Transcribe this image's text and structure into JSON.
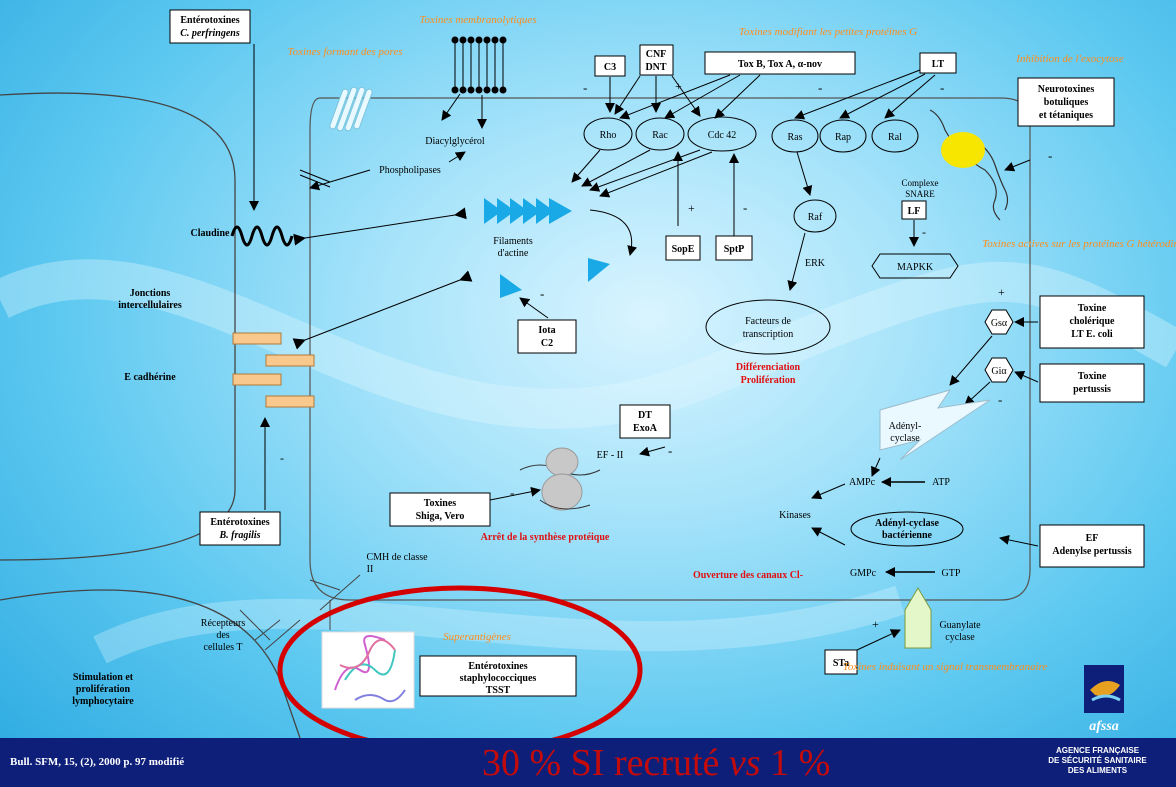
{
  "labels": {
    "membranolytic": "Toxines membranolytiques",
    "pore_forming": "Toxines formant des pores",
    "small_g": "Toxines modifiant les petites protéines G",
    "exocytosis": "Inhibition de l'exocytose",
    "heterotrimeric": "Toxines actives sur les protéines G hétérodimériques",
    "superantigens": "Superantigènes",
    "transmembrane_signal": "Toxines induisant un signal transmembranaire",
    "differentiation": "Différenciation",
    "proliferation": "Prolifération",
    "protein_synthesis_stop": "Arrêt de la synthèse protéique",
    "channel_opening": "Ouverture des canaux Cl-"
  },
  "boxes": {
    "enterotox_cperf_1": "Entérotoxines",
    "enterotox_cperf_2": "C. perfringens",
    "c3": "C3",
    "cnf": "CNF",
    "dnt": "DNT",
    "toxb": "Tox B, Tox A, α-nov",
    "lt": "LT",
    "neurotox_1": "Neurotoxines",
    "neurotox_2": "botuliques",
    "neurotox_3": "et tétaniques",
    "lf": "LF",
    "sope": "SopE",
    "sptp": "SptP",
    "iota": "Iota",
    "c2": "C2",
    "cholera_1": "Toxine",
    "cholera_2": "cholérique",
    "cholera_3": "LT E. coli",
    "pertussis_1": "Toxine",
    "pertussis_2": "pertussis",
    "dt": "DT",
    "exoa": "ExoA",
    "shiga_1": "Toxines",
    "shiga_2": "Shiga, Vero",
    "bfrag_1": "Entérotoxines",
    "bfrag_2": "B. fragilis",
    "staph_1": "Entérotoxines",
    "staph_2": "staphylococciques",
    "staph_3": "TSST",
    "ef_1": "EF",
    "ef_2": "Adenylse pertussis",
    "sta": "STa"
  },
  "nodes": {
    "rho": "Rho",
    "rac": "Rac",
    "cdc42": "Cdc 42",
    "ras": "Ras",
    "rap": "Rap",
    "ral": "Ral",
    "raf": "Raf",
    "mapkk": "MAPKK",
    "transcription_1": "Facteurs de",
    "transcription_2": "transcription",
    "gsa": "Gsα",
    "gia": "Giα",
    "adenylcyclase_bact_1": "Adényl-cyclase",
    "adenylcyclase_bact_2": "bactérienne"
  },
  "text": {
    "diacylglycerol": "Diacylglycérol",
    "phospholipases": "Phospholipases",
    "claudine": "Claudine",
    "filaments_1": "Filaments",
    "filaments_2": "d'actine",
    "erk": "ERK",
    "snare_1": "Complexe",
    "snare_2": "SNARE",
    "jonctions_1": "Jonctions",
    "jonctions_2": "intercellulaires",
    "ecadherine": "E cadhérine",
    "adenyl_1": "Adényl-",
    "adenyl_2": "cyclase",
    "ampc": "AMPc",
    "atp": "ATP",
    "gmpc": "GMPc",
    "gtp": "GTP",
    "kinases": "Kinases",
    "guanylate_1": "Guanylate",
    "guanylate_2": "cyclase",
    "efii": "EF - II",
    "cmh_1": "CMH de classe",
    "cmh_2": "II",
    "recepteurs_1": "Récepteurs",
    "recepteurs_2": "des",
    "recepteurs_3": "cellules T",
    "stim_1": "Stimulation et",
    "stim_2": "prolifération",
    "stim_3": "lymphocytaire",
    "minus": "-",
    "plus": "+"
  },
  "footer": {
    "reference": "Bull. SFM, 15, (2), 2000 p. 97 modifié",
    "headline_a": "30 % SI recruté ",
    "headline_vs": "vs",
    "headline_b": " 1 %",
    "agency_1": "AGENCE FRANÇAISE",
    "agency_2": "DE SÉCURITÉ SANITAIRE",
    "agency_3": "DES ALIMENTS",
    "logo": "afssa"
  },
  "colors": {
    "orange_label": "#ff8c1a",
    "red_label": "#e01010",
    "highlight_circle": "#d40000",
    "footer_bg": "#0e1f7a",
    "actin": "#19a9e6",
    "ecadherin": "#f8c88c",
    "snare_yellow": "#f7e600"
  }
}
